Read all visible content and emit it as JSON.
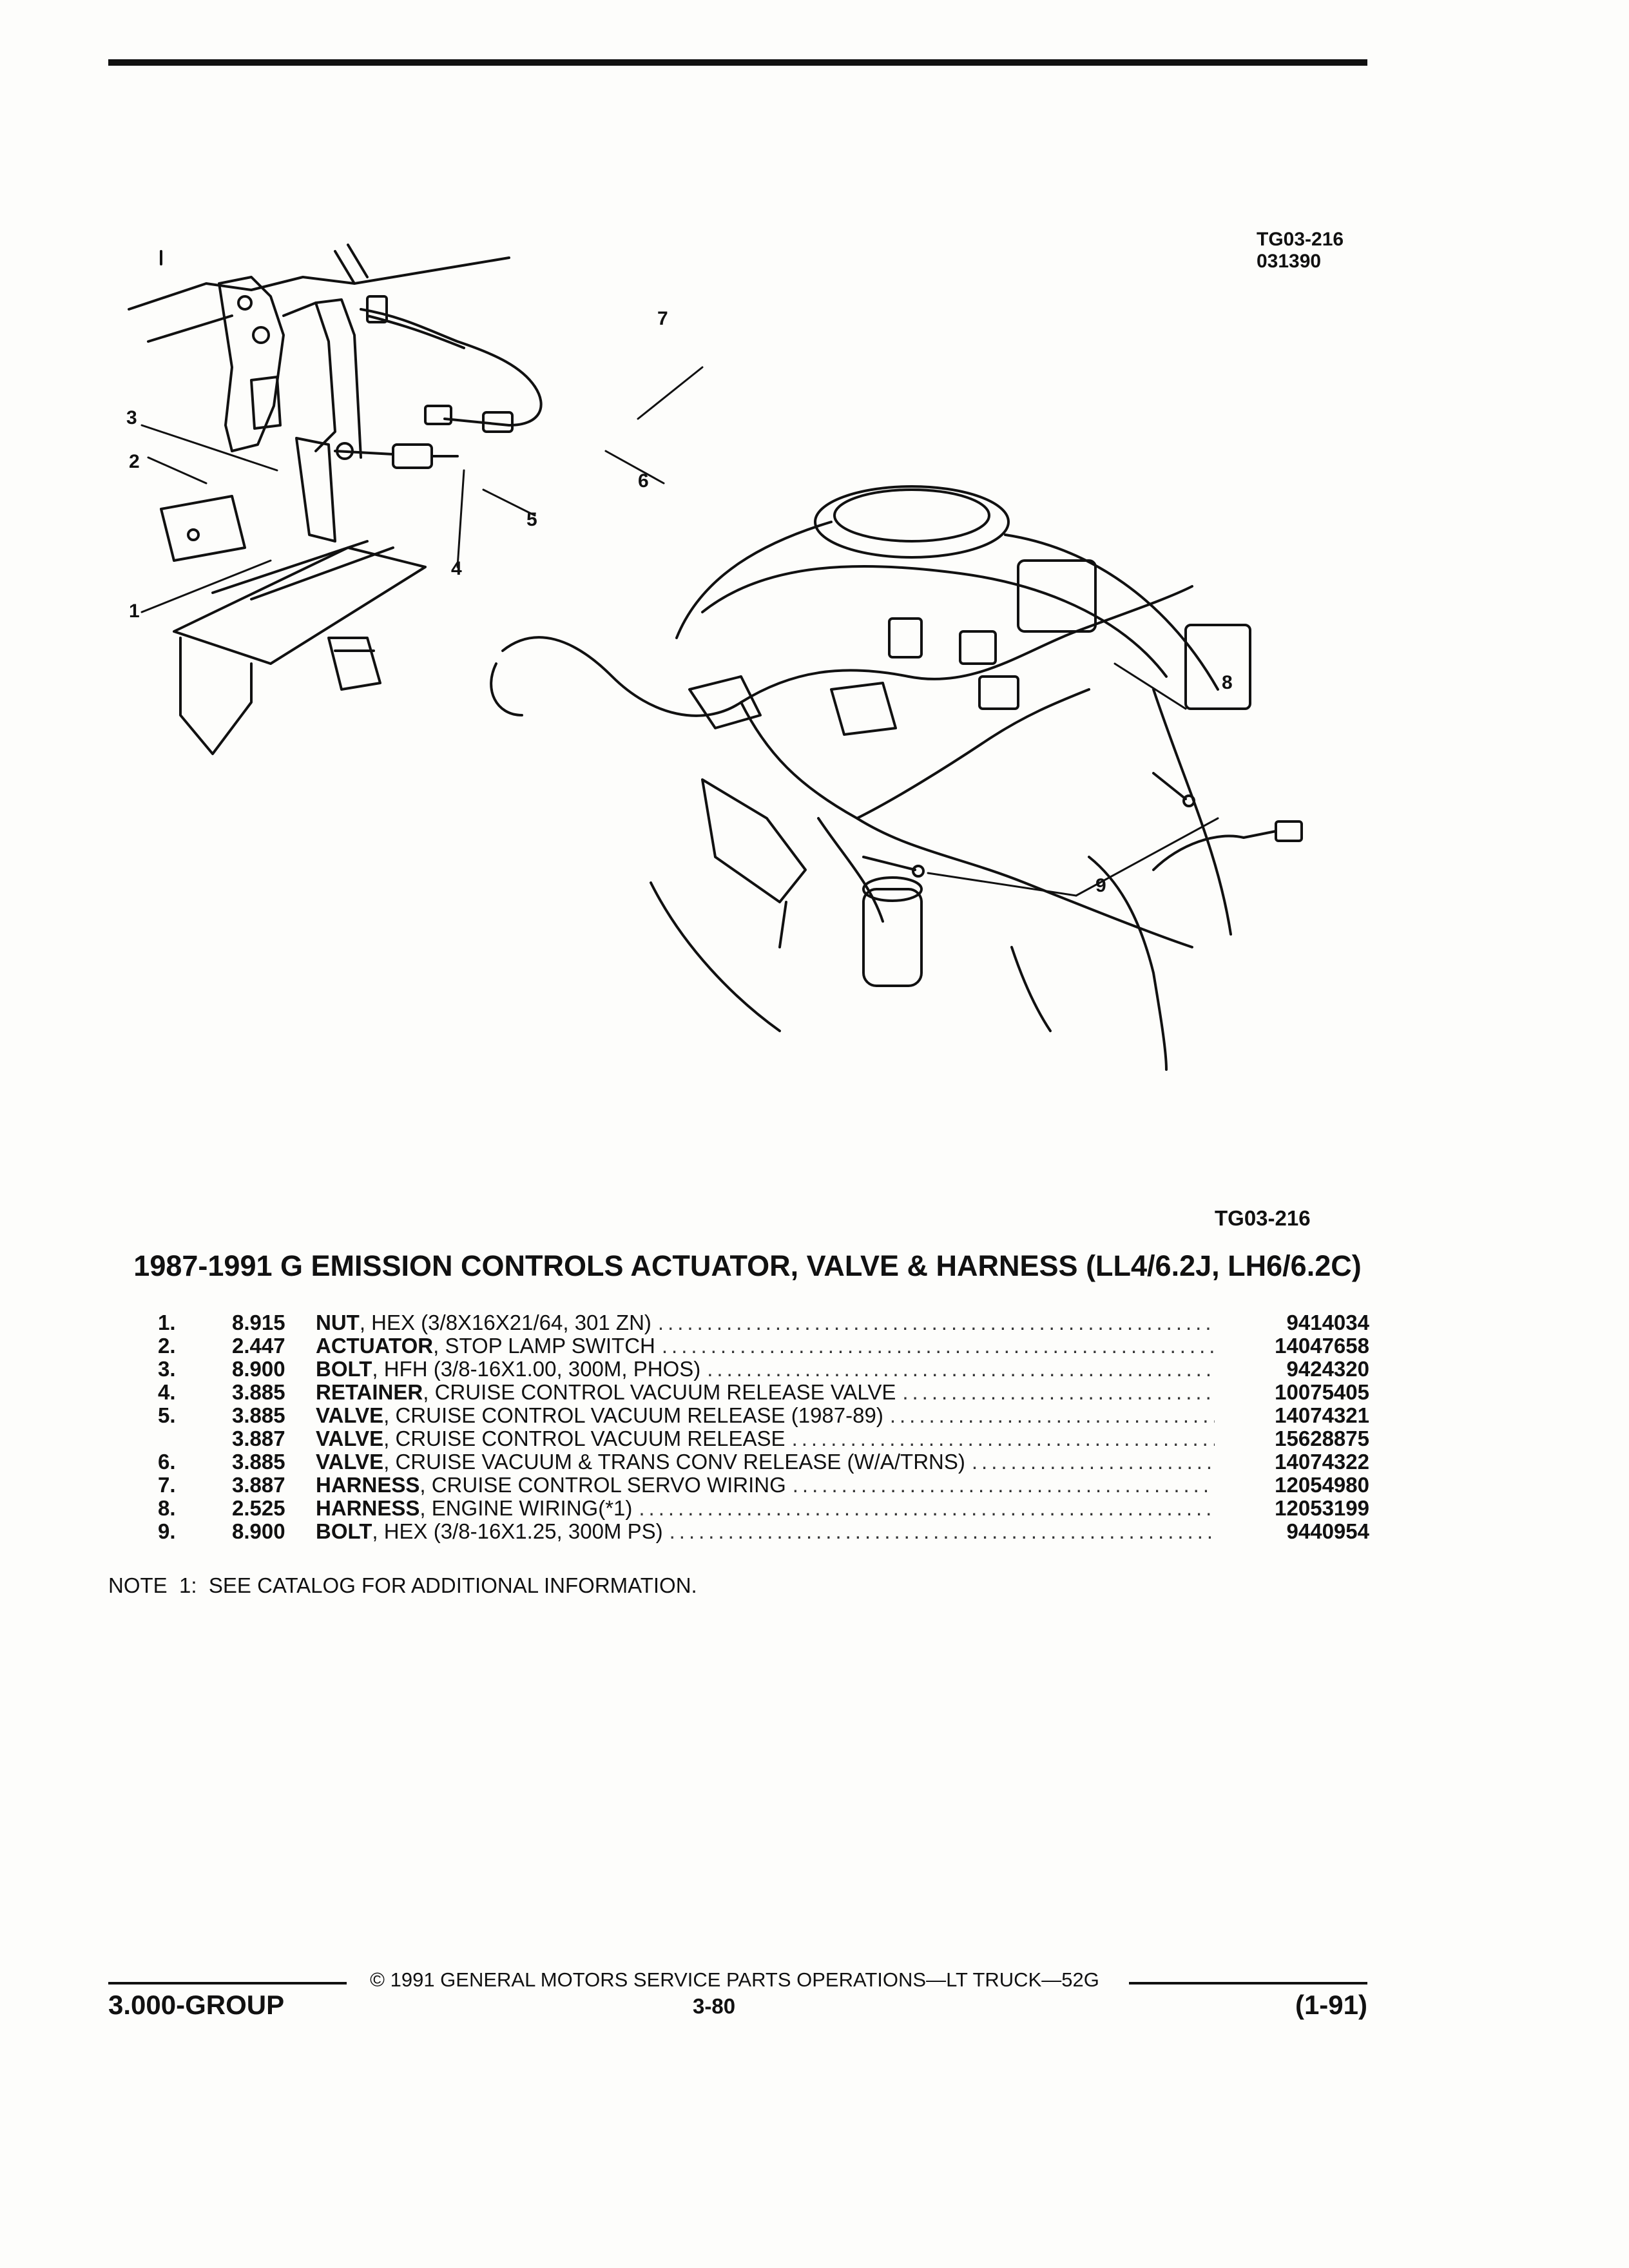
{
  "figure_id": "TG03-216",
  "figure_date": "031390",
  "figure_ref": "TG03-216",
  "callouts": [
    "1",
    "2",
    "3",
    "4",
    "5",
    "6",
    "7",
    "8",
    "9"
  ],
  "title": "1987-1991 G EMISSION CONTROLS ACTUATOR, VALVE & HARNESS (LL4/6.2J, LH6/6.2C)",
  "parts": [
    {
      "num": "1.",
      "grp": "8.915",
      "noun": "NUT",
      "desc": ", HEX (3/8X16X21/64, 301 ZN)",
      "pn": "9414034"
    },
    {
      "num": "2.",
      "grp": "2.447",
      "noun": "ACTUATOR",
      "desc": ", STOP LAMP SWITCH",
      "pn": "14047658"
    },
    {
      "num": "3.",
      "grp": "8.900",
      "noun": "BOLT",
      "desc": ", HFH (3/8-16X1.00, 300M, PHOS)",
      "pn": "9424320"
    },
    {
      "num": "4.",
      "grp": "3.885",
      "noun": "RETAINER",
      "desc": ", CRUISE CONTROL VACUUM RELEASE VALVE",
      "pn": "10075405"
    },
    {
      "num": "5.",
      "grp": "3.885",
      "noun": "VALVE",
      "desc": ", CRUISE CONTROL VACUUM RELEASE (1987-89)",
      "pn": "14074321"
    },
    {
      "num": "",
      "grp": "3.887",
      "noun": "VALVE",
      "desc": ", CRUISE CONTROL VACUUM RELEASE",
      "pn": "15628875"
    },
    {
      "num": "6.",
      "grp": "3.885",
      "noun": "VALVE",
      "desc": ", CRUISE VACUUM & TRANS CONV RELEASE (W/A/TRNS)",
      "pn": "14074322"
    },
    {
      "num": "7.",
      "grp": "3.887",
      "noun": "HARNESS",
      "desc": ", CRUISE CONTROL SERVO WIRING",
      "pn": "12054980"
    },
    {
      "num": "8.",
      "grp": "2.525",
      "noun": "HARNESS",
      "desc": ", ENGINE WIRING(*1)",
      "pn": "12053199"
    },
    {
      "num": "9.",
      "grp": "8.900",
      "noun": "BOLT",
      "desc": ", HEX (3/8-16X1.25, 300M PS)",
      "pn": "9440954"
    }
  ],
  "note": "NOTE  1:  SEE CATALOG FOR ADDITIONAL INFORMATION.",
  "footer": {
    "copyright": "© 1991 GENERAL MOTORS SERVICE PARTS OPERATIONS—LT TRUCK—52G",
    "group": "3.000-GROUP",
    "page": "3-80",
    "revision": "(1-91)"
  }
}
